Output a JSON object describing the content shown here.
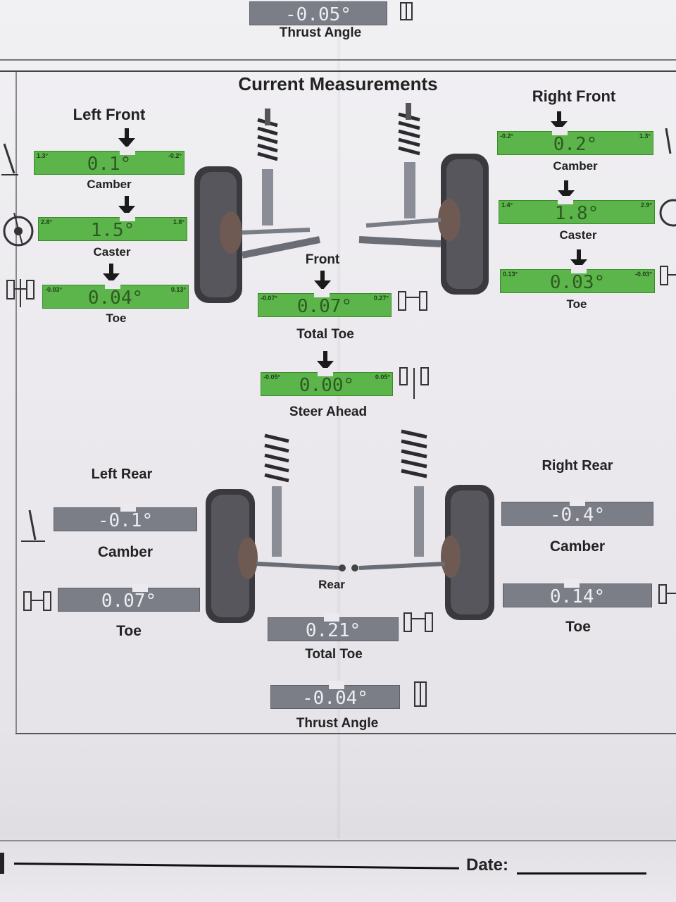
{
  "top": {
    "thrust_value": "-0.05°",
    "thrust_label": "Thrust Angle"
  },
  "title": "Current Measurements",
  "left_front": {
    "title": "Left Front",
    "camber": {
      "value": "0.1°",
      "min": "1.3°",
      "max": "-0.2°",
      "label": "Camber"
    },
    "caster": {
      "value": "1.5°",
      "min": "2.8°",
      "max": "1.8°",
      "label": "Caster"
    },
    "toe": {
      "value": "0.04°",
      "min": "-0.03°",
      "max": "0.13°",
      "label": "Toe"
    }
  },
  "right_front": {
    "title": "Right Front",
    "camber": {
      "value": "0.2°",
      "min": "-0.2°",
      "max": "1.3°",
      "label": "Camber"
    },
    "caster": {
      "value": "1.8°",
      "min": "1.4°",
      "max": "2.9°",
      "label": "Caster"
    },
    "toe": {
      "value": "0.03°",
      "min": "0.13°",
      "max": "-0.03°",
      "label": "Toe"
    }
  },
  "front": {
    "label": "Front",
    "total_toe": {
      "value": "0.07°",
      "min": "-0.07°",
      "max": "0.27°",
      "label": "Total Toe"
    },
    "steer_ahead": {
      "value": "0.00°",
      "min": "-0.05°",
      "max": "0.05°",
      "label": "Steer Ahead"
    }
  },
  "left_rear": {
    "title": "Left Rear",
    "camber": {
      "value": "-0.1°",
      "label": "Camber"
    },
    "toe": {
      "value": "0.07°",
      "label": "Toe"
    }
  },
  "right_rear": {
    "title": "Right Rear",
    "camber": {
      "value": "-0.4°",
      "label": "Camber"
    },
    "toe": {
      "value": "0.14°",
      "label": "Toe"
    }
  },
  "rear": {
    "label": "Rear",
    "total_toe": {
      "value": "0.21°",
      "label": "Total Toe"
    },
    "thrust_angle": {
      "value": "-0.04°",
      "label": "Thrust Angle"
    }
  },
  "footer": {
    "date_label": "Date:"
  },
  "colors": {
    "in_spec": "#5cb54a",
    "no_spec": "#7b7d87"
  }
}
